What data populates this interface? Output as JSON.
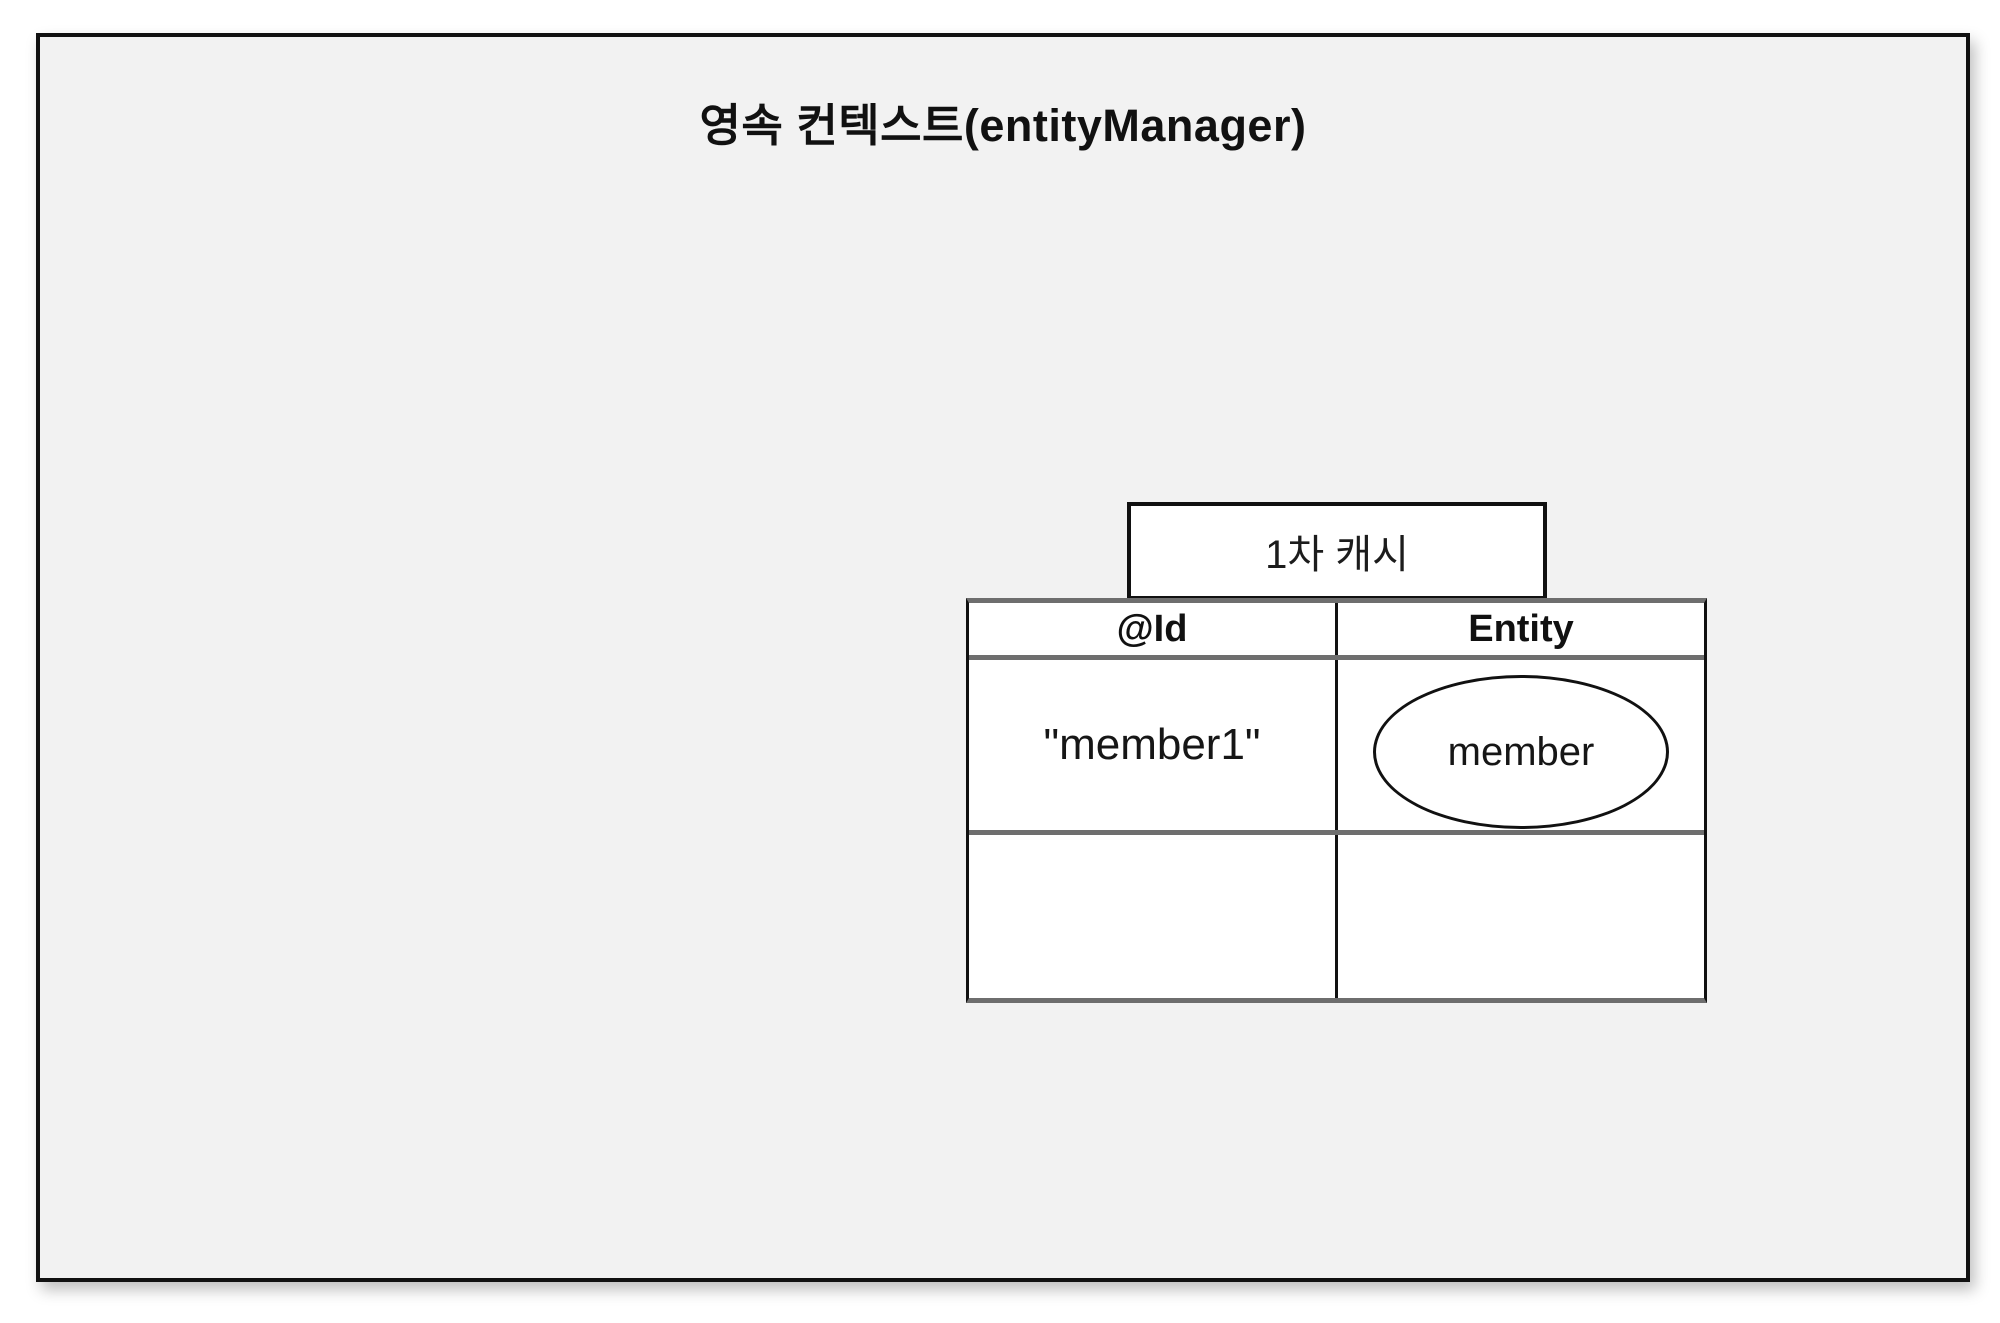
{
  "diagram": {
    "title": "영속 컨텍스트(entityManager)",
    "first_level_cache": {
      "label": "1차 캐시",
      "table": {
        "columns": [
          "@Id",
          "Entity"
        ],
        "rows": [
          {
            "id": "\"member1\"",
            "entity": "member"
          },
          {
            "id": "",
            "entity": ""
          }
        ]
      }
    }
  },
  "colors": {
    "canvas_background": "#ffffff",
    "context_box_background": "#f2f2f2",
    "context_box_border": "#111111",
    "table_background": "#ffffff",
    "table_horizontal_line": "#6e6e6e",
    "table_vertical_line": "#111111",
    "text": "#111111"
  }
}
